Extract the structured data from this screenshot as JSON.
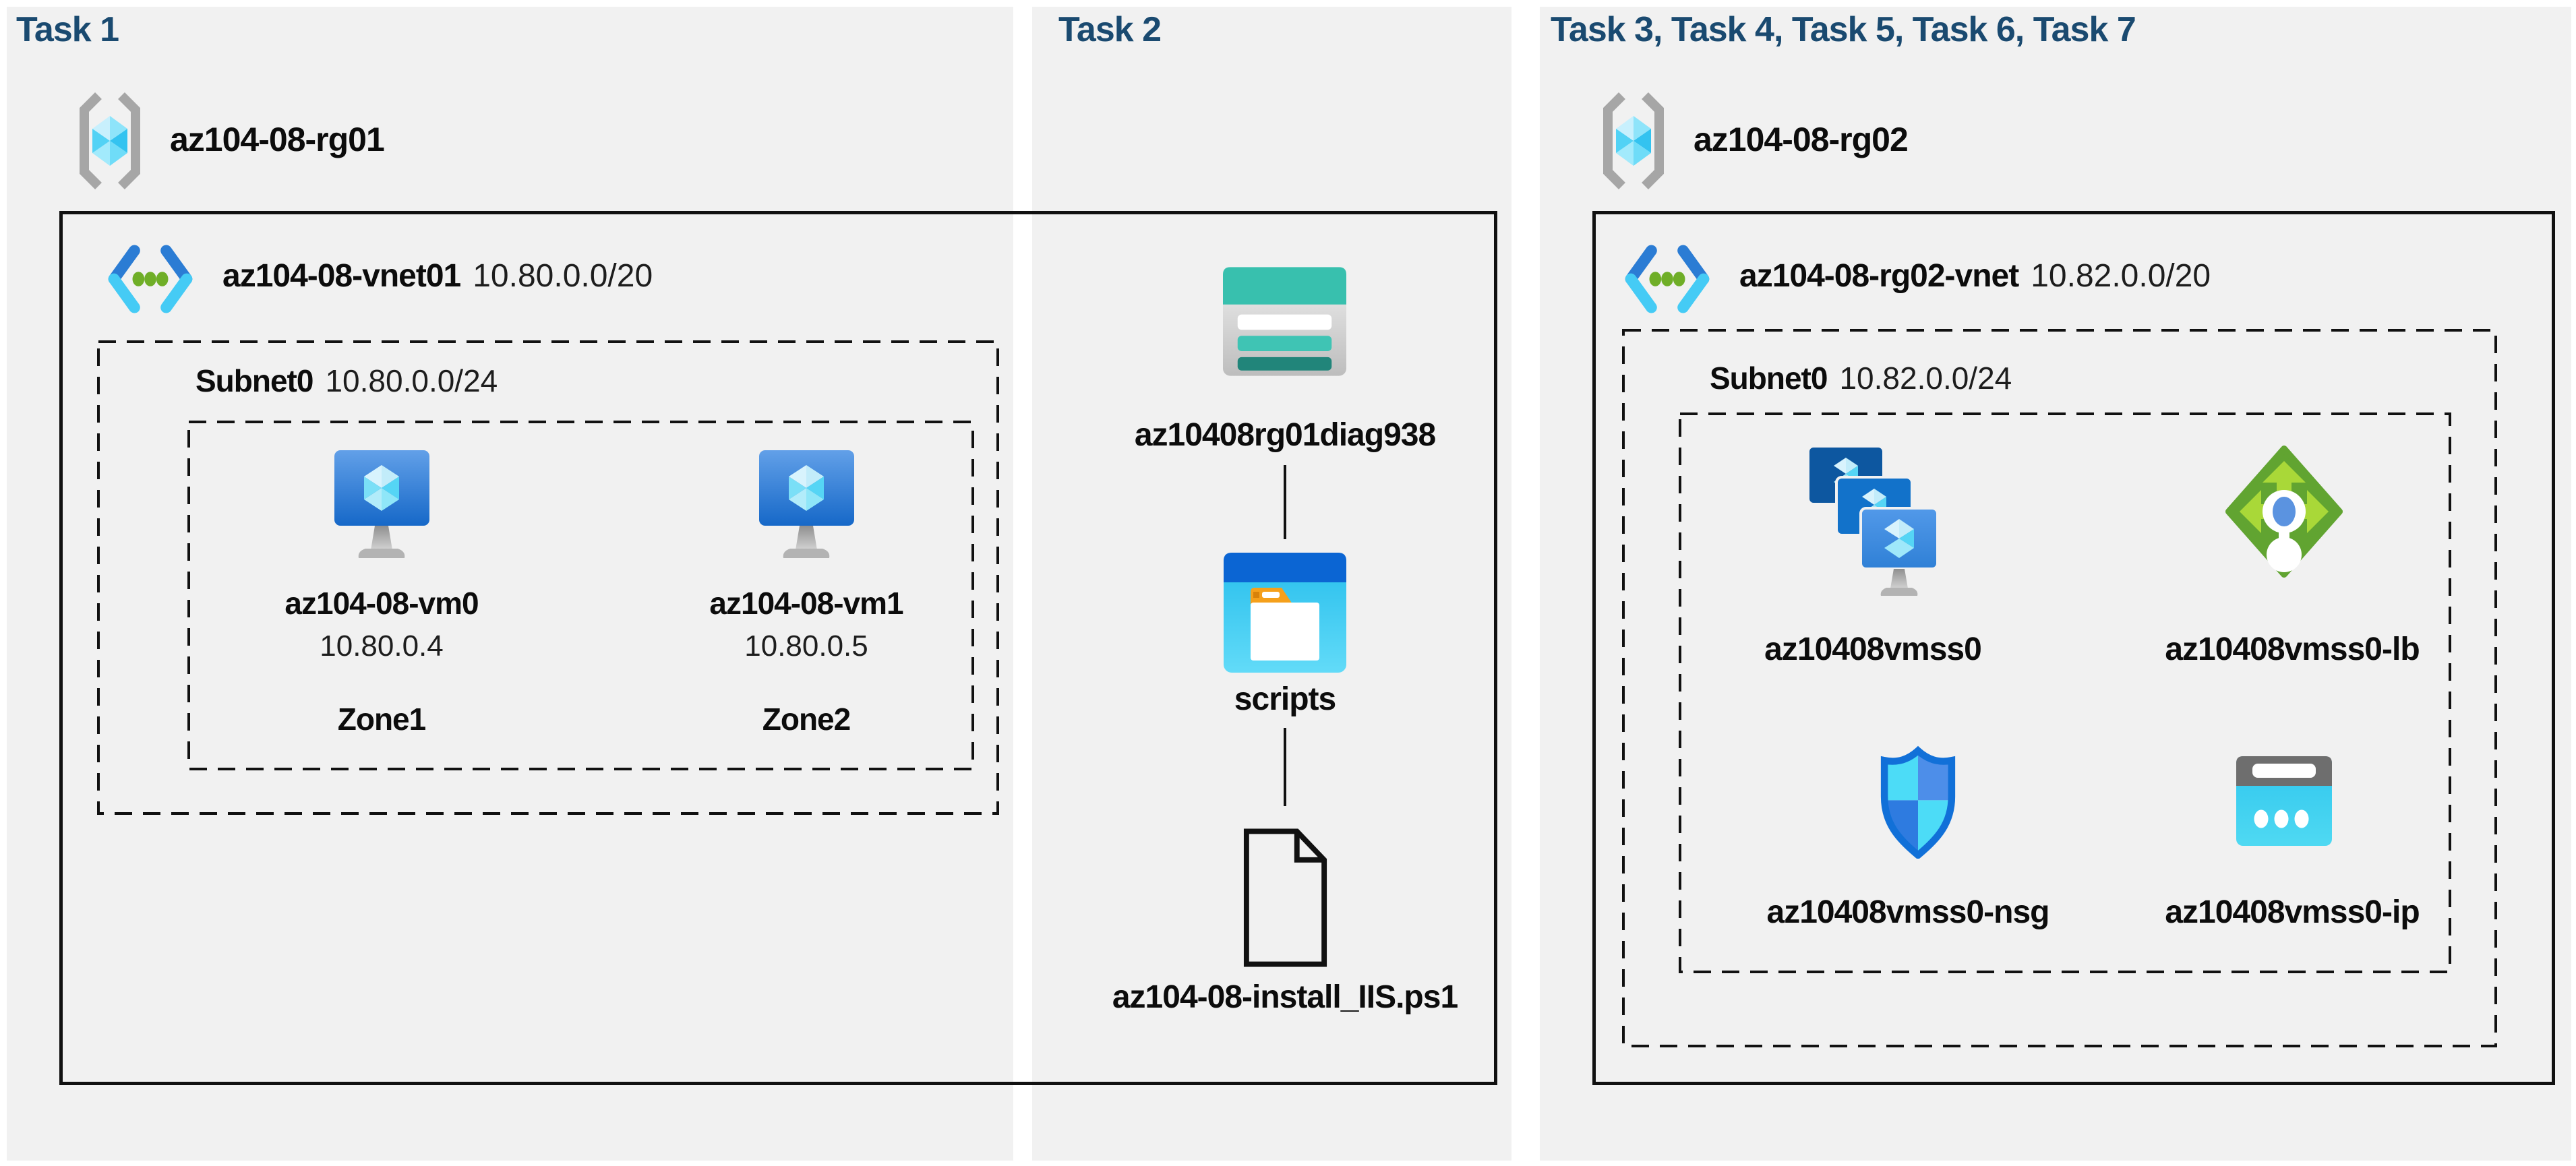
{
  "diagram": {
    "task1": {
      "title": "Task 1",
      "resource_group": "az104-08-rg01",
      "vnet": {
        "name": "az104-08-vnet01",
        "cidr": "10.80.0.0/20"
      },
      "subnet": {
        "name": "Subnet0",
        "cidr": "10.80.0.0/24"
      },
      "vms": [
        {
          "name": "az104-08-vm0",
          "ip": "10.80.0.4",
          "zone": "Zone1"
        },
        {
          "name": "az104-08-vm1",
          "ip": "10.80.0.5",
          "zone": "Zone2"
        }
      ]
    },
    "task2": {
      "title": "Task 2",
      "storage_account": "az10408rg01diag938",
      "container": "scripts",
      "file": "az104-08-install_IIS.ps1"
    },
    "task3": {
      "title": "Task 3, Task 4, Task 5, Task 6, Task 7",
      "resource_group": "az104-08-rg02",
      "vnet": {
        "name": "az104-08-rg02-vnet",
        "cidr": "10.82.0.0/20"
      },
      "subnet": {
        "name": "Subnet0",
        "cidr": "10.82.0.0/24"
      },
      "vmss": {
        "name": "az10408vmss0"
      },
      "load_balancer": {
        "name": "az10408vmss0-lb"
      },
      "nsg": {
        "name": "az10408vmss0-nsg"
      },
      "public_ip": {
        "name": "az10408vmss0-ip"
      }
    },
    "colors": {
      "heading": "#1a4a70",
      "panel_background": "#f1f1f1",
      "page_background": "#ffffff",
      "diagram_outline": "#111111",
      "storage_teal": "#38c0ae",
      "folder_blue": "#0b65d3",
      "vm_blue": "#1668c8",
      "vmss_dark_blue": "#0d57a0",
      "lb_green": "#61a431",
      "lb_arrow_green": "#a9d838",
      "nsg_outline_blue": "#1170d8",
      "ip_cyan": "#35cdf0",
      "vnet_chevron_blue": "#2b7cd4",
      "vnet_chevron_cyan": "#45cbf5",
      "vnet_dot_green": "#6fae27",
      "rg_bracket_gray": "#a6a6a6"
    },
    "icons": {
      "resource_group": "brackets-cube-icon",
      "virtual_network": "angle-brackets-dots-icon",
      "virtual_machine": "monitor-cube-icon",
      "storage_account": "storage-table-icon",
      "container": "folder-window-icon",
      "script_file": "document-outline-icon",
      "vmss": "stacked-monitors-icon",
      "load_balancer": "green-diamond-arrows-icon",
      "network_security_group": "shield-icon",
      "public_ip": "ip-card-dots-icon"
    }
  }
}
